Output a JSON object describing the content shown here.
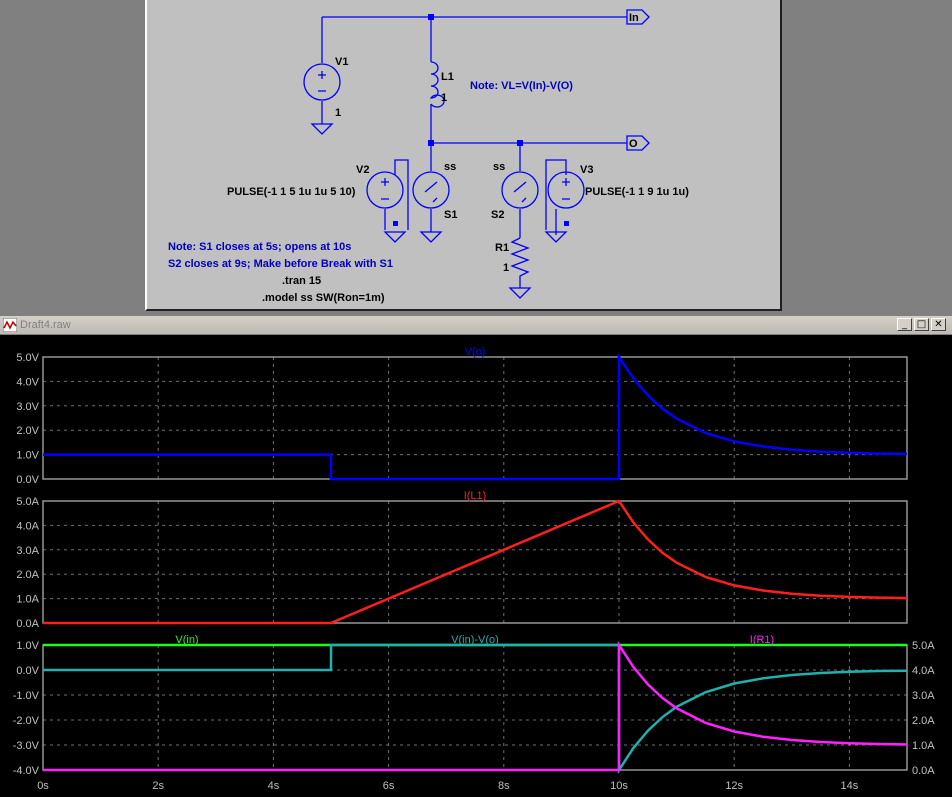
{
  "schematic": {
    "net_labels": {
      "in": "In",
      "out": "O"
    },
    "components": {
      "v1_name": "V1",
      "v1_value": "1",
      "l1_name": "L1",
      "l1_value": "1",
      "v2_name": "V2",
      "v2_value": "PULSE(-1 1 5 1u 1u 5 10)",
      "s1_model": "ss",
      "s1_name": "S1",
      "v3_name": "V3",
      "v3_value": "PULSE(-1 1 9 1u 1u)",
      "s2_model": "ss",
      "s2_name": "S2",
      "r1_name": "R1",
      "r1_value": "1"
    },
    "notes": {
      "vl_note": "Note: VL=V(In)-V(O)",
      "s1_note": "Note: S1 closes at 5s; opens at 10s",
      "s2_note": "S2 closes at 9s; Make before Break with S1"
    },
    "directives": {
      "tran": ".tran 15",
      "model": ".model ss SW(Ron=1m)"
    }
  },
  "waveform_window": {
    "title": "Draft4.raw",
    "buttons": {
      "minimize": "_",
      "maximize": "□",
      "close": "✕"
    }
  },
  "colors": {
    "vo": "#0000ff",
    "il1": "#ff1e1e",
    "vin": "#18ff18",
    "diff": "#20b0b0",
    "ir1": "#ff20ff"
  },
  "chart_data": [
    {
      "type": "line",
      "pane": "top",
      "series": [
        {
          "name": "V(o)",
          "color": "#0000ff",
          "x": [
            0,
            5,
            5,
            10,
            10,
            10.25,
            10.5,
            10.75,
            11,
            11.5,
            12,
            12.5,
            13,
            13.5,
            14,
            14.5,
            15
          ],
          "y": [
            1,
            1,
            0,
            0,
            5,
            4.12,
            3.43,
            2.89,
            2.47,
            1.89,
            1.54,
            1.33,
            1.2,
            1.12,
            1.07,
            1.04,
            1.03
          ]
        }
      ],
      "x_ticks": [
        "0s",
        "2s",
        "4s",
        "6s",
        "8s",
        "10s",
        "12s",
        "14s"
      ],
      "y_ticks": [
        "0.0V",
        "1.0V",
        "2.0V",
        "3.0V",
        "4.0V",
        "5.0V"
      ],
      "xlim": [
        0,
        15
      ],
      "ylim": [
        0,
        5
      ],
      "grid": true
    },
    {
      "type": "line",
      "pane": "middle",
      "series": [
        {
          "name": "I(L1)",
          "color": "#ff1e1e",
          "x": [
            0,
            5,
            10,
            10.25,
            10.5,
            10.75,
            11,
            11.5,
            12,
            12.5,
            13,
            13.5,
            14,
            14.5,
            15
          ],
          "y": [
            0,
            0,
            5,
            4.12,
            3.43,
            2.89,
            2.47,
            1.89,
            1.54,
            1.33,
            1.2,
            1.12,
            1.07,
            1.04,
            1.02
          ]
        }
      ],
      "x_ticks": [
        "0s",
        "2s",
        "4s",
        "6s",
        "8s",
        "10s",
        "12s",
        "14s"
      ],
      "y_ticks": [
        "0.0A",
        "1.0A",
        "2.0A",
        "3.0A",
        "4.0A",
        "5.0A"
      ],
      "xlim": [
        0,
        15
      ],
      "ylim": [
        0,
        5
      ],
      "grid": true
    },
    {
      "type": "line",
      "pane": "bottom",
      "series": [
        {
          "name": "V(in)",
          "color": "#18ff18",
          "axis": "left",
          "x": [
            0,
            15
          ],
          "y": [
            1,
            1
          ]
        },
        {
          "name": "V(in)-V(o)",
          "color": "#20b0b0",
          "axis": "left",
          "x": [
            0,
            5,
            5,
            10,
            10,
            10.25,
            10.5,
            10.75,
            11,
            11.5,
            12,
            12.5,
            13,
            13.5,
            14,
            14.5,
            15
          ],
          "y": [
            0,
            0,
            1,
            1,
            -4,
            -3.12,
            -2.43,
            -1.89,
            -1.47,
            -0.89,
            -0.54,
            -0.33,
            -0.2,
            -0.12,
            -0.07,
            -0.04,
            -0.03
          ]
        },
        {
          "name": "I(R1)",
          "color": "#ff20ff",
          "axis": "right",
          "x": [
            0,
            10,
            10,
            10.25,
            10.5,
            10.75,
            11,
            11.5,
            12,
            12.5,
            13,
            13.5,
            14,
            14.5,
            15
          ],
          "y": [
            0,
            0,
            5,
            4.12,
            3.43,
            2.89,
            2.47,
            1.89,
            1.54,
            1.33,
            1.2,
            1.12,
            1.07,
            1.04,
            1.02
          ]
        }
      ],
      "x_ticks": [
        "0s",
        "2s",
        "4s",
        "6s",
        "8s",
        "10s",
        "12s",
        "14s"
      ],
      "y_ticks_left": [
        "-4.0V",
        "-3.0V",
        "-2.0V",
        "-1.0V",
        "0.0V",
        "1.0V"
      ],
      "y_ticks_right": [
        "0.0A",
        "1.0A",
        "2.0A",
        "3.0A",
        "4.0A",
        "5.0A"
      ],
      "xlim": [
        0,
        15
      ],
      "ylim_left": [
        -4,
        1
      ],
      "ylim_right": [
        0,
        5
      ],
      "grid": true
    }
  ]
}
